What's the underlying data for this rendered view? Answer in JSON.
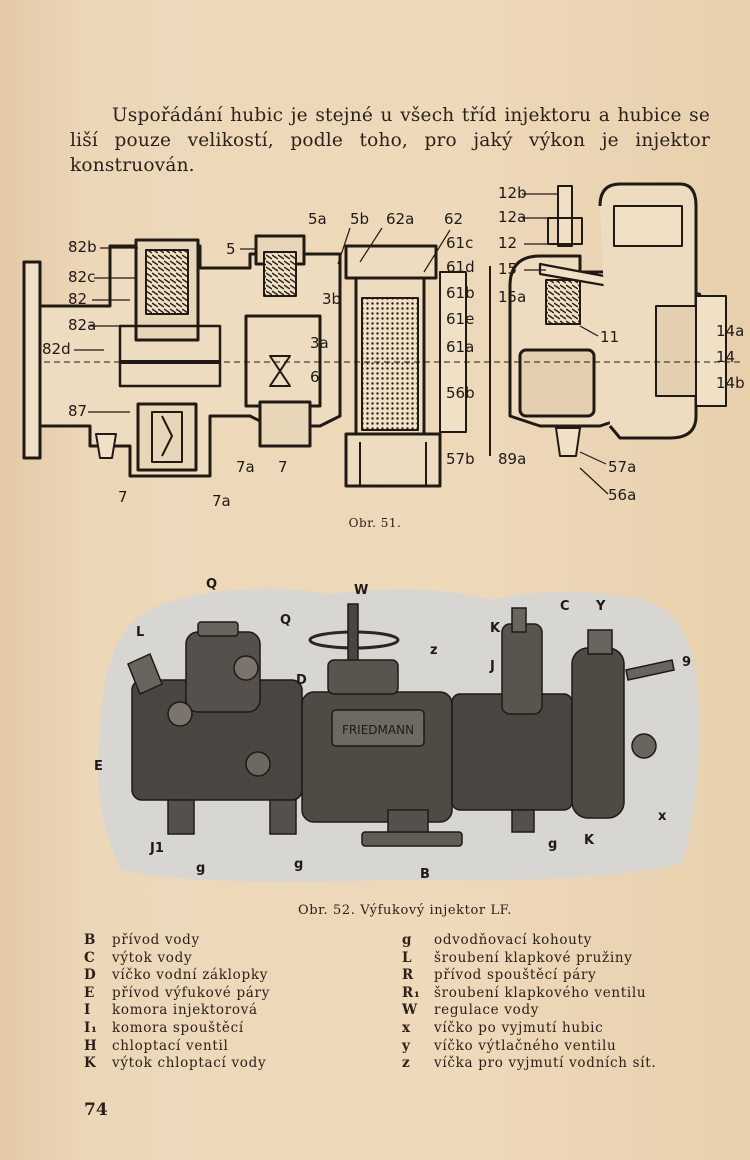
{
  "paragraph": "Uspořádání hubic je stejné u všech tříd injektoru a hubice se liší pouze velikostí, podle toho, pro jaký výkon je injektor konstruován.",
  "figure1": {
    "caption": "Obr. 51.",
    "labels": {
      "l82b": "82b",
      "l82c": "82c",
      "l82": "82",
      "l82a": "82a",
      "l82d": "82d",
      "l87": "87",
      "l5": "5",
      "l5a": "5a",
      "l5b": "5b",
      "l62a": "62a",
      "l62": "62",
      "l61c": "61c",
      "l61d": "61d",
      "l61b": "61b",
      "l61e": "61e",
      "l61a": "61a",
      "l3b": "3b",
      "l3a": "3a",
      "l6": "6",
      "l56b": "56b",
      "l57b": "57b",
      "l89a": "89a",
      "l7": "7",
      "l7a": "7a",
      "l7b": "7",
      "l7c": "7a",
      "l12b": "12b",
      "l12a": "12a",
      "l12": "12",
      "l15": "15",
      "l15a": "15a",
      "l11": "11",
      "l14a": "14a",
      "l14": "14",
      "l14b": "14b",
      "l57a": "57a",
      "l56a": "56a"
    }
  },
  "figure2": {
    "caption": "Obr. 52. Výfukový injektor LF.",
    "brand": "FRIEDMANN",
    "labels": {
      "Q1": "Q",
      "Q2": "Q",
      "W": "W",
      "C": "C",
      "Y": "Y",
      "L": "L",
      "K": "K",
      "D": "D",
      "Z": "z",
      "J": "J",
      "G9": "9",
      "E": "E",
      "X": "x",
      "J1": "J1",
      "g1": "g",
      "g2": "g",
      "g3": "g",
      "K2": "K",
      "B": "B"
    }
  },
  "legend_left": [
    {
      "key": "B",
      "text": "přívod vody"
    },
    {
      "key": "C",
      "text": "výtok vody"
    },
    {
      "key": "D",
      "text": "víčko vodní záklopky"
    },
    {
      "key": "E",
      "text": "přívod výfukové páry"
    },
    {
      "key": "I",
      "text": "komora injektorová"
    },
    {
      "key": "I₁",
      "text": "komora spouštěcí"
    },
    {
      "key": "H",
      "text": "chloptací ventil"
    },
    {
      "key": "K",
      "text": "výtok chloptací vody"
    }
  ],
  "legend_right": [
    {
      "key": "g",
      "text": "odvodňovací kohouty"
    },
    {
      "key": "L",
      "text": "šroubení klapkové pružiny"
    },
    {
      "key": "R",
      "text": "přívod spouštěcí páry"
    },
    {
      "key": "R₁",
      "text": "šroubení klapkového ventilu"
    },
    {
      "key": "W",
      "text": "regulace vody"
    },
    {
      "key": "x",
      "text": "víčko po vyjmutí hubic"
    },
    {
      "key": "y",
      "text": "víčko výtlačného ventilu"
    },
    {
      "key": "z",
      "text": "víčka pro vyjmutí vodních sít."
    }
  ],
  "page_number": "74",
  "colors": {
    "paper": "#e9d3b3",
    "ink": "#2b2119",
    "photo": "#d8d6d2"
  }
}
